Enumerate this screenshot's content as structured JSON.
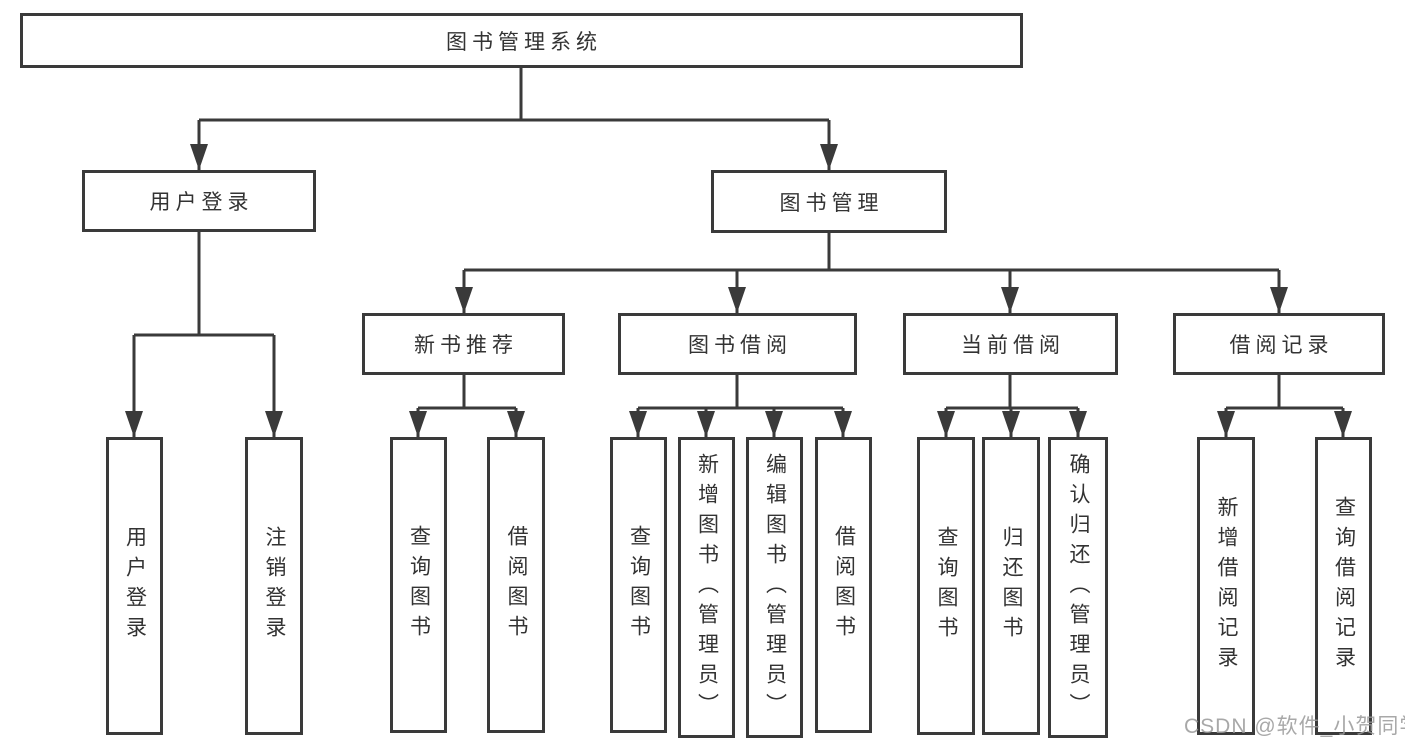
{
  "diagram": {
    "title": "图书管理系统",
    "nodes": {
      "root": {
        "label": "图书管理系统"
      },
      "user_login": {
        "label": "用户登录"
      },
      "book_management": {
        "label": "图书管理"
      },
      "new_book_recommend": {
        "label": "新书推荐"
      },
      "book_borrowing": {
        "label": "图书借阅"
      },
      "current_borrowing": {
        "label": "当前借阅"
      },
      "borrowing_records": {
        "label": "借阅记录"
      },
      "leaves": {
        "user_login_leaf": {
          "label": "用户登录"
        },
        "logout": {
          "label": "注销登录"
        },
        "query_books_recommend": {
          "label": "查询图书"
        },
        "borrow_books_recommend": {
          "label": "借阅图书"
        },
        "query_books_borrowing": {
          "label": "查询图书"
        },
        "add_books_admin": {
          "label": "新增图书（管理员）"
        },
        "edit_books_admin": {
          "label": "编辑图书（管理员）"
        },
        "borrow_books_borrowing": {
          "label": "借阅图书"
        },
        "query_books_current": {
          "label": "查询图书"
        },
        "return_books": {
          "label": "归还图书"
        },
        "confirm_return_admin": {
          "label": "确认归还（管理员）"
        },
        "add_borrowing_record": {
          "label": "新增借阅记录"
        },
        "query_borrowing_record": {
          "label": "查询借阅记录"
        }
      }
    }
  },
  "watermark": {
    "text": "CSDN @软件_小贺同学"
  },
  "colors": {
    "line": "#3a3a3a",
    "text": "#333333",
    "background": "#ffffff",
    "watermark": "#9a9a9a"
  }
}
